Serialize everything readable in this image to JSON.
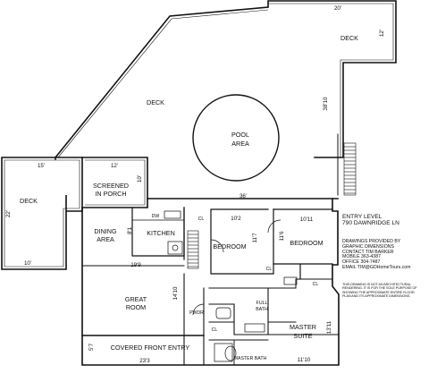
{
  "rooms": {
    "deck_top": "DECK",
    "deck_main": "DECK",
    "pool_line1": "POOL",
    "pool_line2": "AREA",
    "deck_left": "DECK",
    "screened_line1": "SCREENED",
    "screened_line2": "IN PORCH",
    "dining_line1": "DINING",
    "dining_line2": "AREA",
    "kitchen": "KITCHEN",
    "bedroom1": "BEDROOM",
    "bedroom2": "BEDROOM",
    "great_line1": "GREAT",
    "great_line2": "ROOM",
    "pwdr": "PWDR",
    "full_bath_line1": "FULL",
    "full_bath_line2": "BATH",
    "master_line1": "MASTER",
    "master_line2": "SUITE",
    "covered_entry": "COVERED FRONT ENTRY",
    "master_bath": "MASTER BATH",
    "closet": "CL",
    "dw": "DW"
  },
  "dimensions": {
    "d20": "20'",
    "d12": "12'",
    "d38_10": "38'10",
    "d15": "15'",
    "d12b": "12'",
    "d10": "10'",
    "d22": "22'",
    "d10b": "10'",
    "d36": "36'",
    "d10_2": "10'2",
    "d10_11": "10'11",
    "d8_1": "8'1",
    "d11_7": "11'7",
    "d11_6": "11'6",
    "d19_9": "19'9",
    "d14_10": "14'10",
    "d5_7": "5'7",
    "d23_3": "23'3",
    "d13_11": "13'11",
    "d11_10": "11'10"
  },
  "info": {
    "title_line1": "ENTRY LEVEL",
    "title_line2": "790 DAWNRIDGE LN",
    "credits": [
      "DRAWINGS PROVIDED BY",
      "GRAPHIC DIMENSIONS",
      "CONTACT TIM BARKER",
      "MOBILE 363-4387",
      "OFFICE 304-7487",
      "EMAIL TIM@GDHomeTours.com"
    ],
    "disclaimer": [
      "THIS DRAWING IS NOT AN ARCHITECTURAL",
      "RENDERING. IT IS FOR THE SOLE PURPOSE OF",
      "SHOWING THE APPROXIMATE ENTIRE FLOOR",
      "PLAN AND ITS APPROXIMATE DIMENSIONS."
    ]
  }
}
